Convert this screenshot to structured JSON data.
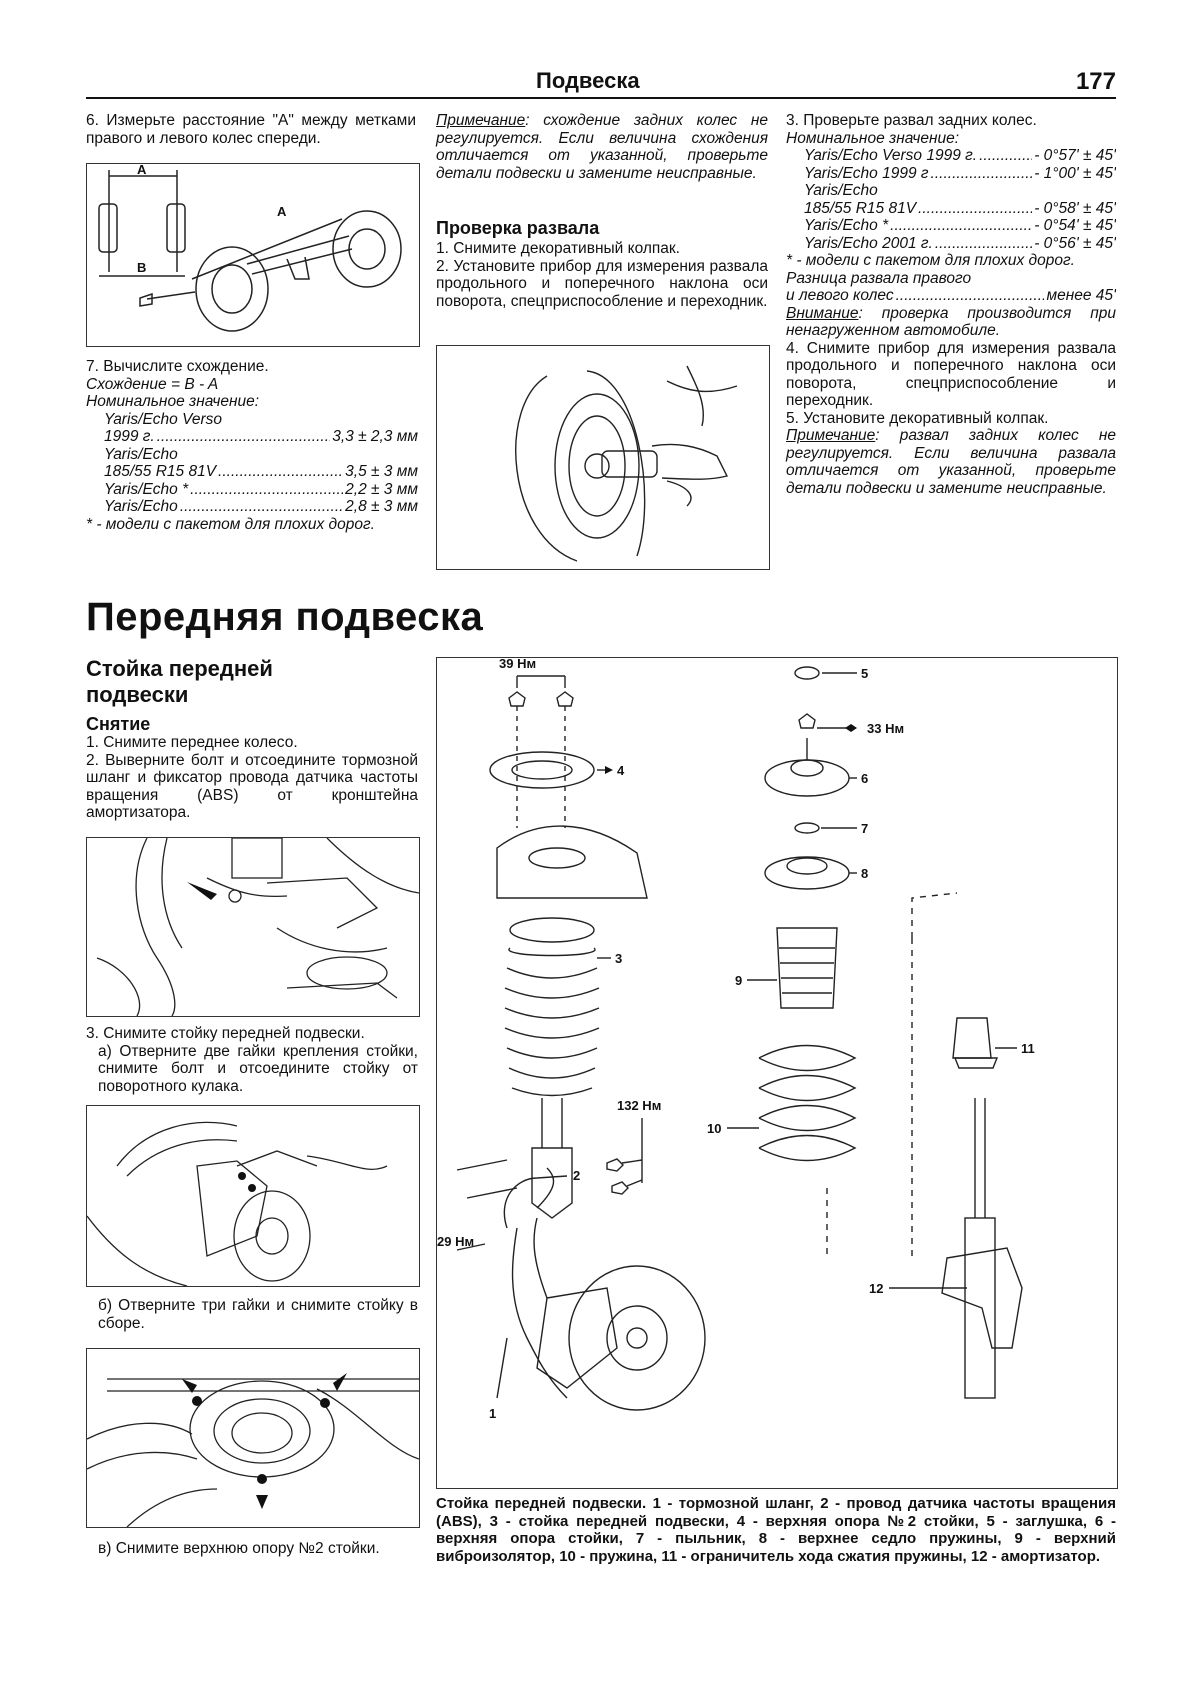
{
  "header": {
    "title": "Подвеска",
    "page_number": "177"
  },
  "col1": {
    "step6": "6. Измерьте расстояние \"А\" между метками правого и левого колес спереди.",
    "fig_labels": {
      "a_top": "A",
      "a_long": "A",
      "b": "B"
    },
    "step7": "7. Вычислите схождение.",
    "formula": "Схождение = B - A",
    "nominal_label": "Номинальное значение:",
    "specs": [
      {
        "name": "Yaris/Echo Verso",
        "value": ""
      },
      {
        "name": "1999 г.",
        "value": "3,3 ± 2,3 мм"
      },
      {
        "name": "Yaris/Echo",
        "value": ""
      },
      {
        "name": "185/55 R15 81V",
        "value": "3,5 ± 3 мм"
      },
      {
        "name": "Yaris/Echo *",
        "value": "2,2 ± 3 мм"
      },
      {
        "name": "Yaris/Echo",
        "value": "2,8 ± 3 мм"
      }
    ],
    "footnote": "* - модели с пакетом для плохих дорог."
  },
  "col2": {
    "note_label": "Примечание",
    "note_text": ": схождение задних колес не регулируется. Если величина схождения отличается от указанной, проверьте детали подвески и замените неисправные.",
    "section_title": "Проверка развала",
    "step1": "1. Снимите декоративный колпак.",
    "step2": "2. Установите прибор для измерения развала продольного и поперечного наклона оси поворота, спецприспособление и переходник."
  },
  "col3": {
    "step3": "3. Проверьте развал задних колес.",
    "nominal_label": "Номинальное значение:",
    "specs": [
      {
        "name": "Yaris/Echo Verso 1999 г.",
        "value": "- 0°57' ± 45'"
      },
      {
        "name": "Yaris/Echo 1999 г",
        "value": "- 1°00' ± 45'"
      },
      {
        "name": "Yaris/Echo",
        "value": ""
      },
      {
        "name": "185/55 R15 81V",
        "value": "- 0°58' ± 45'"
      },
      {
        "name": "Yaris/Echo *",
        "value": "- 0°54' ± 45'"
      },
      {
        "name": "Yaris/Echo 2001 г.",
        "value": "- 0°56' ± 45'"
      }
    ],
    "footnote": "* - модели с пакетом для плохих дорог.",
    "diff_line1": "Разница развала правого",
    "diff_name": "и левого колес",
    "diff_value": "менее 45'",
    "warning_label": "Внимание",
    "warning_text": ": проверка производится при ненагруженном автомобиле.",
    "step4": "4. Снимите прибор для измерения развала продольного и поперечного наклона оси поворота, спецприспособление и переходник.",
    "step5": "5. Установите декоративный колпак.",
    "note_label": "Примечание",
    "note_text": ": развал задних колес не регулируется. Если величина развала отличается от указанной, проверьте детали подвески и замените неисправные."
  },
  "section": {
    "title": "Передняя подвеска",
    "subtitle": "Стойка передней подвески",
    "removal_title": "Снятие",
    "removal_step1": "1. Снимите переднее колесо.",
    "removal_step2": "2. Выверните болт и отсоедините тормозной шланг и фиксатор провода датчика частоты вращения (ABS) от кронштейна амортизатора.",
    "removal_step3": "3. Снимите стойку передней подвески.",
    "removal_step3a": "а) Отверните две гайки крепления стойки, снимите болт и отсоедините стойку от поворотного кулака.",
    "removal_step3b": "б) Отверните три гайки и снимите стойку в сборе.",
    "removal_step3v": "в) Снимите верхнюю опору №2 стойки."
  },
  "diagram": {
    "torques": {
      "t39": "39 Нм",
      "t33": "33 Нм",
      "t132": "132 Нм",
      "t29": "29 Нм"
    },
    "numbers": [
      "1",
      "2",
      "3",
      "4",
      "5",
      "6",
      "7",
      "8",
      "9",
      "10",
      "11",
      "12"
    ],
    "caption": "Стойка передней подвески. 1 - тормозной шланг, 2 - провод датчика частоты вращения (ABS), 3 - стойка передней подвески, 4 - верхняя опора №2 стойки, 5 - заглушка, 6 - верхняя опора стойки, 7 - пыльник, 8 - верхнее седло пружины, 9 - верхний виброизолятор, 10 - пружина, 11 - ограничитель хода сжатия пружины, 12 - амортизатор."
  }
}
